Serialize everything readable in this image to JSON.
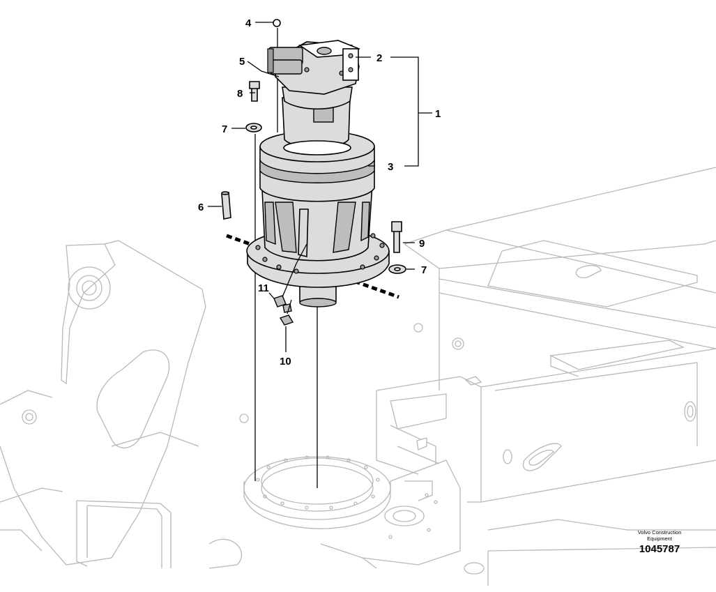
{
  "callouts": [
    "1",
    "2",
    "3",
    "4",
    "5",
    "6",
    "7",
    "7",
    "8",
    "9",
    "10",
    "11"
  ],
  "brand": {
    "line1": "Volvo Construction",
    "line2": "Equipment",
    "number": "1045787"
  }
}
